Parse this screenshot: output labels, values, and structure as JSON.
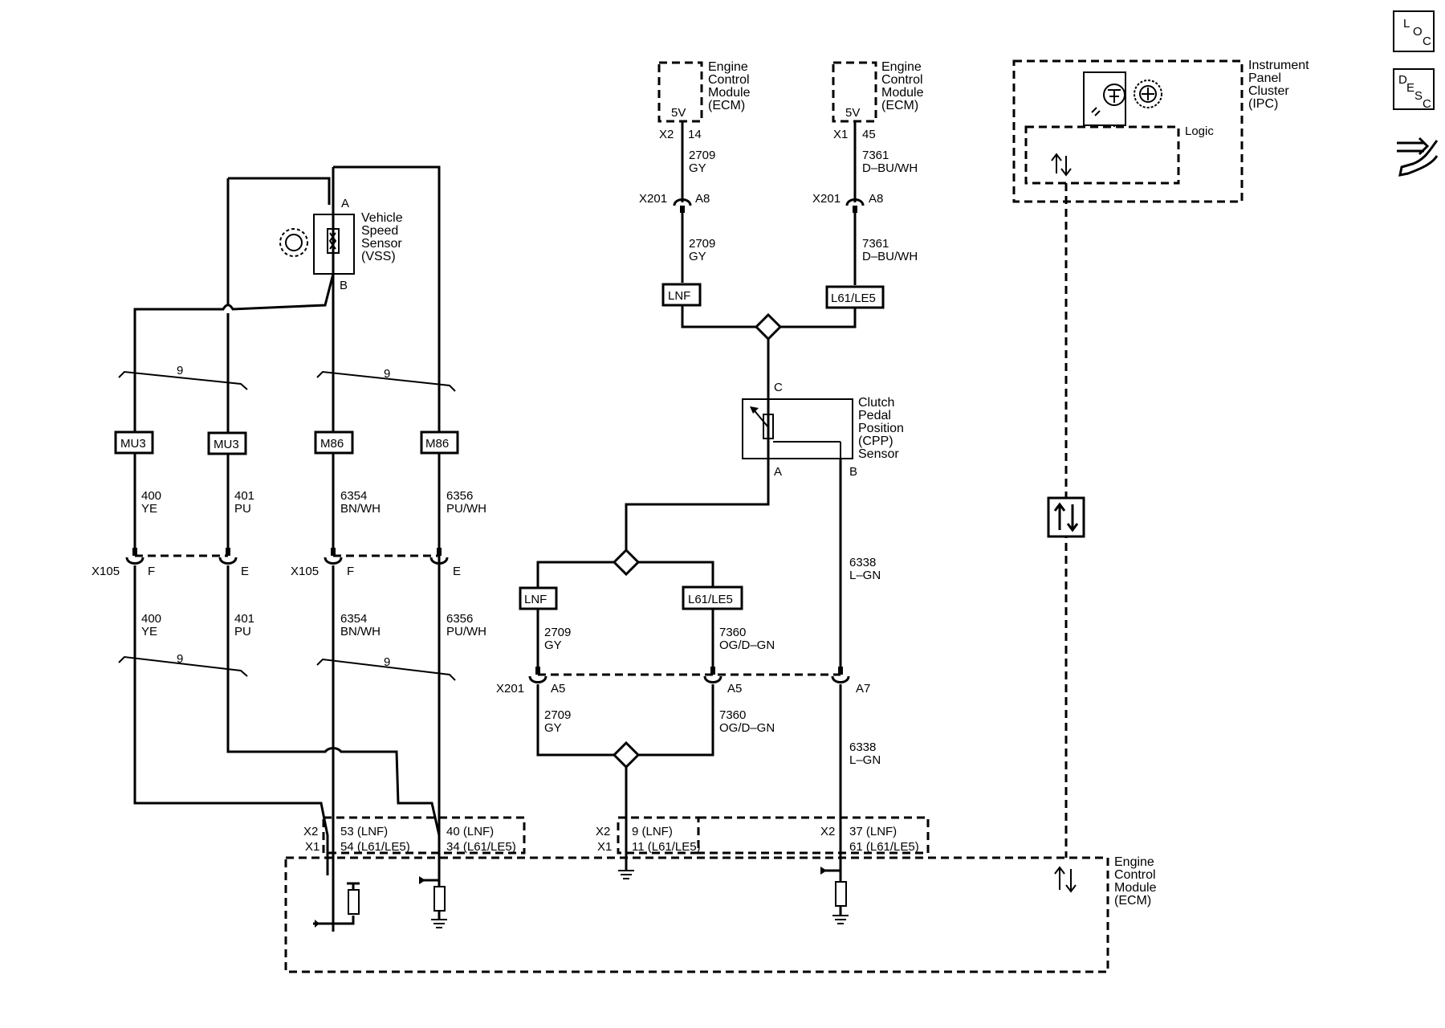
{
  "side_icons": {
    "loc": [
      "L",
      "O",
      "C"
    ],
    "desc": [
      "D",
      "E",
      "S",
      "C"
    ]
  },
  "ecm_top_left": {
    "name": [
      "Engine",
      "Control",
      "Module",
      "(ECM)"
    ],
    "voltage": "5V",
    "connector": "X2",
    "pin": "14"
  },
  "ecm_top_right": {
    "name": [
      "Engine",
      "Control",
      "Module",
      "(ECM)"
    ],
    "voltage": "5V",
    "connector": "X1",
    "pin": "45"
  },
  "ipc": {
    "name": [
      "Instrument",
      "Panel",
      "Cluster",
      "(IPC)"
    ],
    "logic": "Logic"
  },
  "vss": {
    "name": [
      "Vehicle",
      "Speed",
      "Sensor",
      "(VSS)"
    ],
    "pin_a": "A",
    "pin_b": "B"
  },
  "cpp": {
    "name": [
      "Clutch",
      "Pedal",
      "Position",
      "(CPP)",
      "Sensor"
    ],
    "pin_a": "A",
    "pin_b": "B",
    "pin_c": "C"
  },
  "ecm_bottom": {
    "name": [
      "Engine",
      "Control",
      "Module",
      "(ECM)"
    ]
  },
  "wires": {
    "w2709_top": [
      "2709",
      "GY"
    ],
    "w2709_mid": [
      "2709",
      "GY"
    ],
    "w7361_top": [
      "7361",
      "D–BU/WH"
    ],
    "w7361_mid": [
      "7361",
      "D–BU/WH"
    ],
    "w400_a": [
      "400",
      "YE"
    ],
    "w401_a": [
      "401",
      "PU"
    ],
    "w6354_a": [
      "6354",
      "BN/WH"
    ],
    "w6356_a": [
      "6356",
      "PU/WH"
    ],
    "w400_b": [
      "400",
      "YE"
    ],
    "w401_b": [
      "401",
      "PU"
    ],
    "w6354_b": [
      "6354",
      "BN/WH"
    ],
    "w6356_b": [
      "6356",
      "PU/WH"
    ],
    "w6338_a": [
      "6338",
      "L–GN"
    ],
    "w6338_b": [
      "6338",
      "L–GN"
    ],
    "w2709_low1": [
      "2709",
      "GY"
    ],
    "w2709_low2": [
      "2709",
      "GY"
    ],
    "w7360_1": [
      "7360",
      "OG/D–GN"
    ],
    "w7360_2": [
      "7360",
      "OG/D–GN"
    ]
  },
  "options": {
    "lnf_top": "LNF",
    "l61_top": "L61/LE5",
    "lnf_low": "LNF",
    "l61_low": "L61/LE5",
    "mu3_1": "MU3",
    "mu3_2": "MU3",
    "m86_1": "M86",
    "m86_2": "M86"
  },
  "twist_counts": [
    "9",
    "9",
    "9",
    "9"
  ],
  "connectors": {
    "x201_a": {
      "name": "X201",
      "pin": "A8"
    },
    "x201_b": {
      "name": "X201",
      "pin": "A8"
    },
    "x105_a": {
      "name": "X105",
      "pin_f": "F",
      "pin_e": "E"
    },
    "x105_b": {
      "name": "X105",
      "pin_f": "F",
      "pin_e": "E"
    },
    "x201_low": {
      "name": "X201",
      "pin1": "A5",
      "pin2": "A5",
      "pin3": "A7"
    }
  },
  "ecm_pins": {
    "group1": {
      "c1": "X2",
      "c2": "X1",
      "p1": "53 (LNF)",
      "p2": "54 (L61/LE5)",
      "p3": "40 (LNF)",
      "p4": "34 (L61/LE5)"
    },
    "group2": {
      "c1": "X2",
      "c2": "X1",
      "p1": "9 (LNF)",
      "p2": "11 (L61/LE5)"
    },
    "group3": {
      "c1": "X2",
      "p1": "37 (LNF)",
      "p2": "61 (L61/LE5)"
    }
  }
}
